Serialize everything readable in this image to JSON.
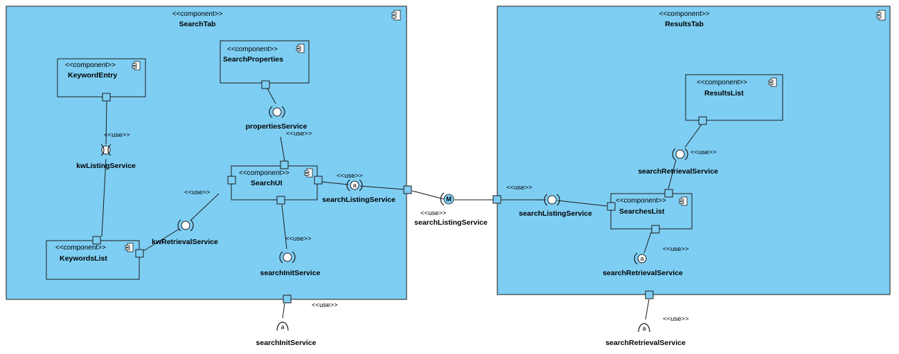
{
  "stereotype": "<<component>>",
  "use_label": "<<use>>",
  "containers": {
    "search_tab": "SearchTab",
    "results_tab": "ResultsTab"
  },
  "components": {
    "keyword_entry": "KeywordEntry",
    "search_properties": "SearchProperties",
    "search_ui": "SearchUI",
    "keywords_list": "KeywordsList",
    "results_list": "ResultsList",
    "searches_list": "SearchesList"
  },
  "interfaces": {
    "properties_service": "propertiesService",
    "kw_listing_service": "kwListingService",
    "kw_retrieval_service": "kwRetrievalService",
    "search_listing_service_left": "searchListingService",
    "search_init_service": "searchInitService",
    "search_init_service_external": "searchInitService",
    "search_listing_service_middle": "searchListingService",
    "search_retrieval_service_top": "searchRetrievalService",
    "search_listing_service_right": "searchListingService",
    "search_retrieval_service_bottom": "searchRetrievalService",
    "search_retrieval_service_external": "searchRetrievalService"
  },
  "glyphs": {
    "a": "a",
    "m": "M"
  },
  "icons": {
    "component_icon": "component-icon",
    "socket": "required-interface-socket",
    "ball": "provided-interface-ball"
  },
  "colors": {
    "component_fill": "#7ecef3",
    "stroke": "#1a1a1a",
    "background": "#ffffff"
  }
}
